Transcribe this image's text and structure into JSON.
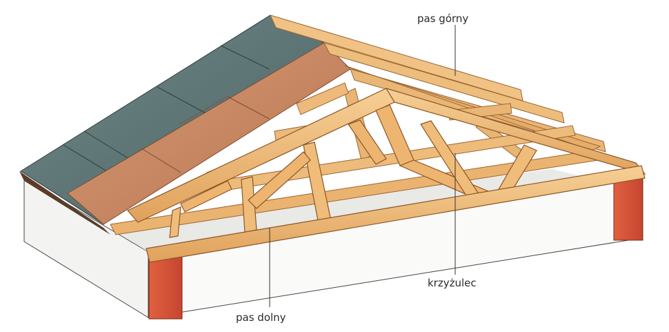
{
  "labels": {
    "top_chord": "pas górny",
    "web_member": "krzyżulec",
    "bottom_chord": "pas dolny"
  },
  "colors": {
    "wood_light": "#f2c384",
    "wood_mid": "#e6a55a",
    "wood_dark": "#c7823e",
    "roof_slate": "#5e7474",
    "roof_clay": "#c98863",
    "brick": "#d9533a",
    "wall_shadow": "#ececea",
    "leader": "#333333"
  }
}
